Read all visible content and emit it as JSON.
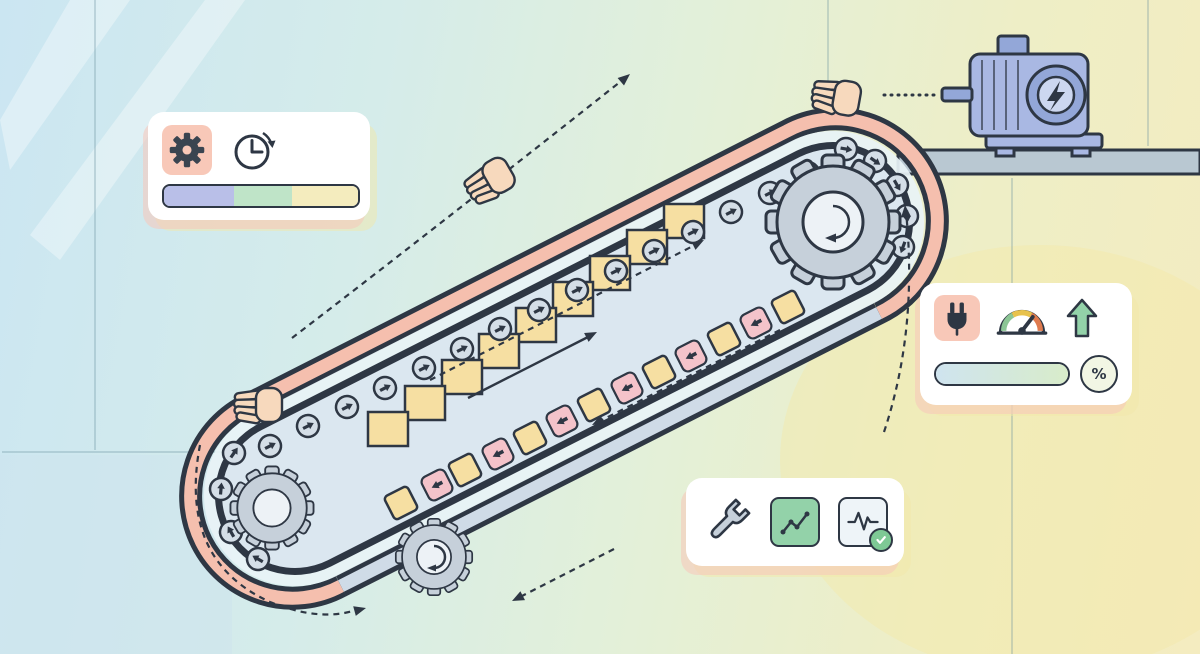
{
  "scene": {
    "name": "escalator-mechanism-diagram",
    "description": "Stylized illustration of an escalator drive system: handrail loop, step chain with rollers, drive gears, electric motor on upper landing, and three status cards"
  },
  "palette": {
    "outline": "#2e3744",
    "handrail_pink": "#f5bfae",
    "handrail_grey": "#cfdbe7",
    "glass": "#e9f4f7",
    "truss_fill": "#dbe7f0",
    "step_yellow": "#f6dfa2",
    "roller_fill": "#d4dee7",
    "gear_fill": "#c6d0da",
    "gear_hub": "#edf2f6",
    "tile_pink": "#f4c3ca",
    "motor_body": "#a9b8e3",
    "motor_circle": "#93a7d8",
    "motor_inner": "#ccd7f0",
    "ledge_fill": "#b9c8d2",
    "hand_fill": "#f7d9bd",
    "card_bg": "#ffffff",
    "icon_pink_bg": "#f8c8b8",
    "icon_green_bg": "#93d2a9",
    "gauge_green": "#8cc695",
    "gauge_yellow": "#e8c24c",
    "gauge_orange": "#df7a4e",
    "check_green": "#7ec995"
  },
  "cards": {
    "timing": {
      "icons": [
        "gear-icon",
        "clock-icon"
      ],
      "progress": {
        "segments": [
          {
            "color": "#b9bfe8",
            "pct": 36
          },
          {
            "color": "#bfe4c8",
            "pct": 30
          },
          {
            "color": "#f4ecbe",
            "pct": 34
          }
        ]
      }
    },
    "power": {
      "icons": [
        "plug-icon",
        "gauge-icon",
        "up-arrow-icon"
      ],
      "progress": {
        "fill_from": "#cfe4ef",
        "fill_to": "#d8ecca",
        "pct": 100
      },
      "percent_label": "%"
    },
    "maintenance": {
      "icons": [
        "wrench-icon",
        "trend-chart-icon",
        "pulse-check-icon"
      ]
    }
  }
}
